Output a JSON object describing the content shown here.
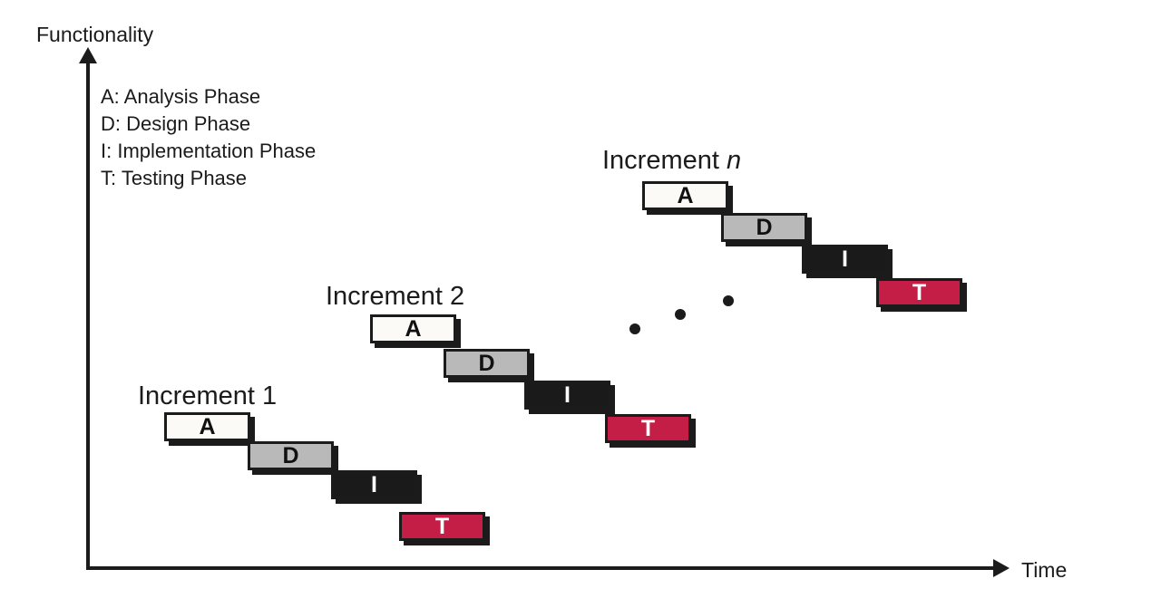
{
  "diagram": {
    "axes": {
      "y_label": "Functionality",
      "x_label": "Time"
    },
    "legend": [
      "A: Analysis Phase",
      "D: Design Phase",
      "I: Implementation Phase",
      "T: Testing Phase"
    ],
    "increments": [
      {
        "title_text": "Increment 1",
        "title_prefix": "Increment",
        "title_suffix": "1",
        "phases": [
          "A",
          "D",
          "I",
          "T"
        ]
      },
      {
        "title_text": "Increment 2",
        "title_prefix": "Increment",
        "title_suffix": "2",
        "phases": [
          "A",
          "D",
          "I",
          "T"
        ]
      },
      {
        "title_text": "Increment n",
        "title_prefix": "Increment",
        "title_suffix": "n",
        "phases": [
          "A",
          "D",
          "I",
          "T"
        ]
      }
    ],
    "ellipsis_dot_count": 3,
    "colors": {
      "analysis": "#fbfaf7",
      "design": "#b9b9b9",
      "implementation": "#1a1a1a",
      "testing": "#c41e47",
      "outline": "#1b1b1b",
      "background": "#ffffff"
    }
  }
}
